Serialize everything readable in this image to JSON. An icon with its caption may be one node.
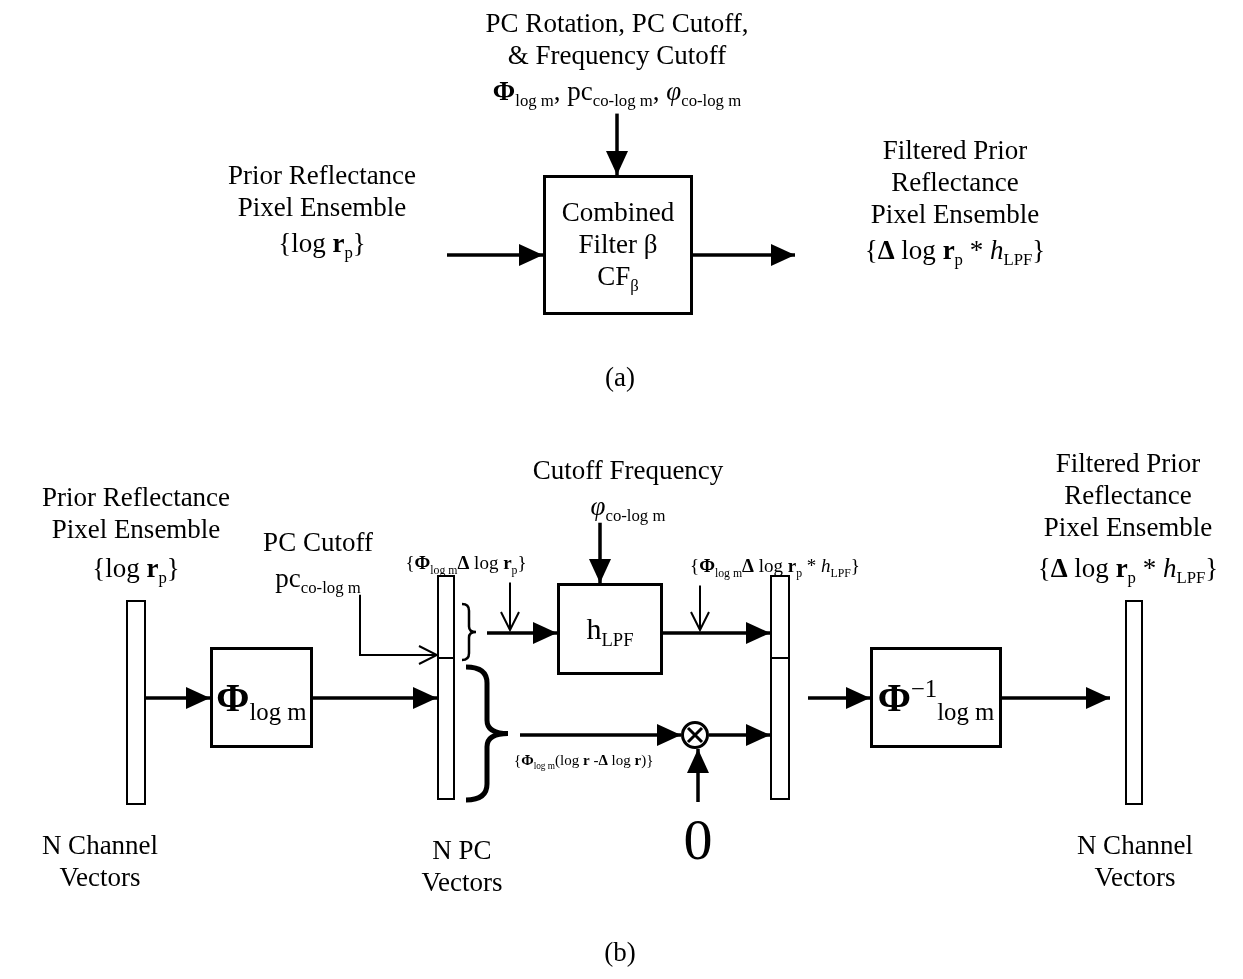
{
  "diagram": {
    "nodes": [
      {
        "text": [
          "PC Rotation, PC Cutoff, & Frequency Cutoff",
          "**Φ**$_{log m}$, pc$_{co-log m}$, *φ*$_{co-log m}$"
        ]
      },
      {
        "text": [
          "Prior Reflectance Pixel Ensemble",
          "{log **r**$_{p}$}"
        ]
      },
      {
        "text": [
          "Combined Filter β",
          "CF$_{β}$"
        ]
      },
      {
        "text": [
          "Filtered Prior Reflectance Pixel Ensemble",
          "{**Δ** log **r**$_{p}$ * *h*$_{LPF}$}"
        ]
      },
      {
        "text": [],
        "shape": "bar",
        "beside": [
          "Prior Reflectance Pixel Ensemble",
          "{log **r**$_{p}$}",
          "N Channel Vectors"
        ]
      },
      {
        "text": [
          "**Φ**$_{log m}$"
        ]
      },
      {
        "text": [],
        "shape": "bar",
        "beside": [
          "N PC Vectors"
        ]
      },
      {
        "text": [
          "PC Cutoff",
          "pc$_{co-log m}$"
        ]
      },
      {
        "text": [
          "Cutoff Frequency",
          "*φ*$_{co-log m}$"
        ]
      },
      {
        "text": [
          "h$_{LPF}$"
        ]
      },
      {
        "text": [],
        "shape": "circle"
      },
      {
        "text": [
          "0"
        ]
      },
      {
        "text": [],
        "shape": "bar"
      },
      {
        "text": [
          "**Φ**$^{−1}$$_{log m}$"
        ]
      },
      {
        "text": [],
        "shape": "bar",
        "beside": [
          "Filtered Prior Reflectance Pixel Ensemble",
          "{**Δ** log **r**$_{p}$ * *h*$_{LPF}$}",
          "N Channel Vectors"
        ]
      },
      {
        "text": [
          "{**Φ**$_{log m}$**Δ** log **r**$_{p}$}"
        ]
      },
      {
        "text": [
          "{**Φ**$_{log m}$**Δ** log **r**$_{p}$ * *h*$_{LPF}$}"
        ]
      }
    ],
    "edges": [
      {
        "from": 0,
        "to": 2,
        "arrow": "to"
      },
      {
        "from": 1,
        "to": 2,
        "arrow": "to"
      },
      {
        "from": 2,
        "to": 3,
        "arrow": "to"
      },
      {
        "from": 4,
        "to": 5,
        "arrow": "to"
      },
      {
        "from": 5,
        "to": 6,
        "arrow": "to"
      },
      {
        "from": 7,
        "to": 6,
        "arrow": "to"
      },
      {
        "from": 8,
        "to": 9,
        "arrow": "to"
      },
      {
        "from": 6,
        "to": 9,
        "arrow": "to"
      },
      {
        "from": 9,
        "to": 12,
        "arrow": "to"
      },
      {
        "from": 6,
        "to": 10,
        "arrow": "to",
        "label": "{**Φ**$_{log m}$(log **r** -**Δ** log **r**)}"
      },
      {
        "from": 11,
        "to": 10,
        "arrow": "to"
      },
      {
        "from": 10,
        "to": 12,
        "arrow": "to"
      },
      {
        "from": 12,
        "to": 13,
        "arrow": "to"
      },
      {
        "from": 13,
        "to": 14,
        "arrow": "to"
      },
      {
        "from": 15,
        "to": null,
        "arrow": "to"
      },
      {
        "from": 16,
        "to": null,
        "arrow": "to"
      }
    ],
    "labels": [
      "(a)",
      "(b)"
    ]
  }
}
